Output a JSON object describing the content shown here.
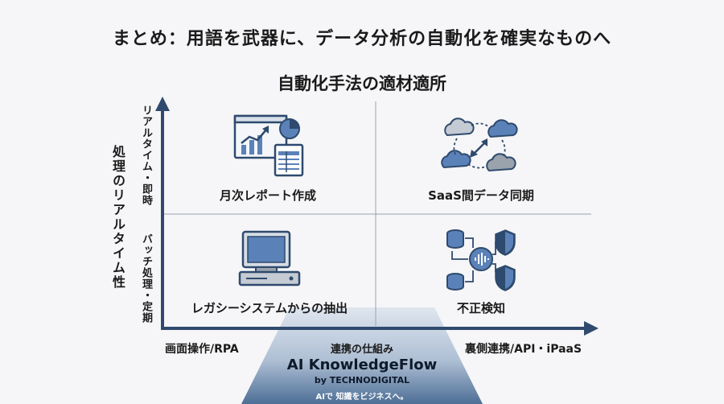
{
  "title": "まとめ：用語を武器に、データ分析の自動化を確実なものへ",
  "subtitle": "自動化手法の適材適所",
  "y_axis": {
    "label": "処理のリアルタイム性",
    "top": "リアルタイム・即時",
    "bottom": "バッチ処理・定期"
  },
  "x_axis": {
    "left": "画面操作/RPA",
    "right": "裏側連携/API・iPaaS",
    "center": "連携の仕組み"
  },
  "quadrants": {
    "top_left": {
      "label": "月次レポート作成",
      "icon": "report-chart-icon"
    },
    "top_right": {
      "label": "SaaS間データ同期",
      "icon": "cloud-sync-icon"
    },
    "bottom_left": {
      "label": "レガシーシステムからの抽出",
      "icon": "legacy-computer-icon"
    },
    "bottom_right": {
      "label": "不正検知",
      "icon": "fraud-detection-icon"
    }
  },
  "brand": {
    "name": "AI KnowledgeFlow",
    "by": "by TECHNODIGITAL",
    "tagline": "AIで 知識をビジネスへ。"
  },
  "colors": {
    "axis": "#2f4a6e",
    "accent_blue": "#5b82b8",
    "dark_blue": "#2e4a6e",
    "gray": "#8a8f98"
  }
}
